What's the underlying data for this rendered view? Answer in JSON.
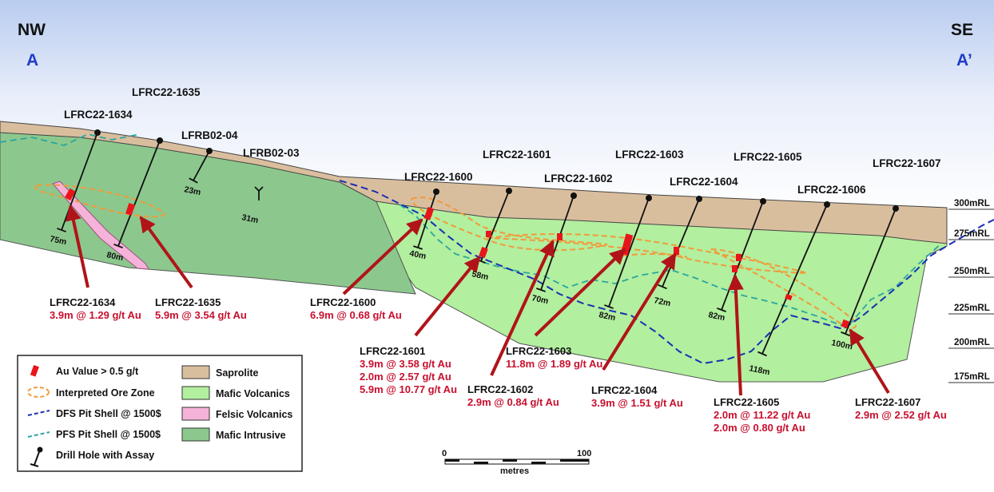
{
  "orientation": {
    "left_direction": "NW",
    "right_direction": "SE",
    "left_section": "A",
    "right_section": "A’"
  },
  "elevation_labels": [
    "300mRL",
    "275mRL",
    "250mRL",
    "225mRL",
    "200mRL",
    "175mRL"
  ],
  "drill_holes": [
    {
      "name": "LFRC22-1634",
      "depth": "75m"
    },
    {
      "name": "LFRC22-1635",
      "depth": "80m"
    },
    {
      "name": "LFRB02-04",
      "depth": "23m"
    },
    {
      "name": "LFRB02-03",
      "depth": "31m"
    },
    {
      "name": "LFRC22-1600",
      "depth": "40m"
    },
    {
      "name": "LFRC22-1601",
      "depth": "58m"
    },
    {
      "name": "LFRC22-1602",
      "depth": "70m"
    },
    {
      "name": "LFRC22-1603",
      "depth": "82m"
    },
    {
      "name": "LFRC22-1604",
      "depth": "72m"
    },
    {
      "name": "LFRC22-1605",
      "depth": "82m"
    },
    {
      "name": "LFRC22-1606",
      "depth": "118m"
    },
    {
      "name": "LFRC22-1607",
      "depth": "100m"
    }
  ],
  "intercepts": [
    {
      "hole": "LFRC22-1634",
      "values": [
        "3.9m @ 1.29 g/t Au"
      ]
    },
    {
      "hole": "LFRC22-1635",
      "values": [
        "5.9m @ 3.54 g/t Au"
      ]
    },
    {
      "hole": "LFRC22-1600",
      "values": [
        "6.9m @ 0.68 g/t Au"
      ]
    },
    {
      "hole": "LFRC22-1601",
      "values": [
        "3.9m @ 3.58 g/t Au",
        "2.0m @ 2.57 g/t Au",
        "5.9m @ 10.77 g/t Au"
      ]
    },
    {
      "hole": "LFRC22-1602",
      "values": [
        "2.9m @ 0.84 g/t Au"
      ]
    },
    {
      "hole": "LFRC22-1603",
      "values": [
        "11.8m @ 1.89 g/t Au"
      ]
    },
    {
      "hole": "LFRC22-1604",
      "values": [
        "3.9m @ 1.51 g/t Au"
      ]
    },
    {
      "hole": "LFRC22-1605",
      "values": [
        "2.0m @ 11.22 g/t Au",
        "2.0m @ 0.80 g/t Au"
      ]
    },
    {
      "hole": "LFRC22-1607",
      "values": [
        "2.9m @ 2.52 g/t Au"
      ]
    }
  ],
  "legend": {
    "left": [
      {
        "label": "Au Value > 0.5 g/t",
        "symbol": "red-bar"
      },
      {
        "label": "Interpreted Ore Zone",
        "symbol": "orange-dashed-ellipse"
      },
      {
        "label": "DFS Pit Shell @ 1500$",
        "symbol": "blue-dashed-line"
      },
      {
        "label": "PFS Pit Shell @ 1500$",
        "symbol": "teal-dashed-line"
      },
      {
        "label": "Drill Hole with Assay",
        "symbol": "drill-hole"
      }
    ],
    "right": [
      {
        "label": "Saprolite",
        "color": "#d9be9e"
      },
      {
        "label": "Mafic Volcanics",
        "color": "#b2ef9e"
      },
      {
        "label": "Felsic Volcanics",
        "color": "#f6b3d9"
      },
      {
        "label": "Mafic Intrusive",
        "color": "#8cc88d"
      }
    ]
  },
  "scale_bar": {
    "start": "0",
    "end": "100",
    "unit": "metres"
  },
  "colors": {
    "saprolite": "#d9be9e",
    "mafic_volcanics": "#b2ef9e",
    "felsic_volcanics": "#f6b3d9",
    "mafic_intrusive": "#8cc88d",
    "assay_red": "#e8151b",
    "ore_zone": "#f29a3c",
    "dfs_shell": "#1b2fb3",
    "pfs_shell": "#2aa6a0",
    "label_red": "#c8102e",
    "section_blue": "#1e3cc8"
  }
}
